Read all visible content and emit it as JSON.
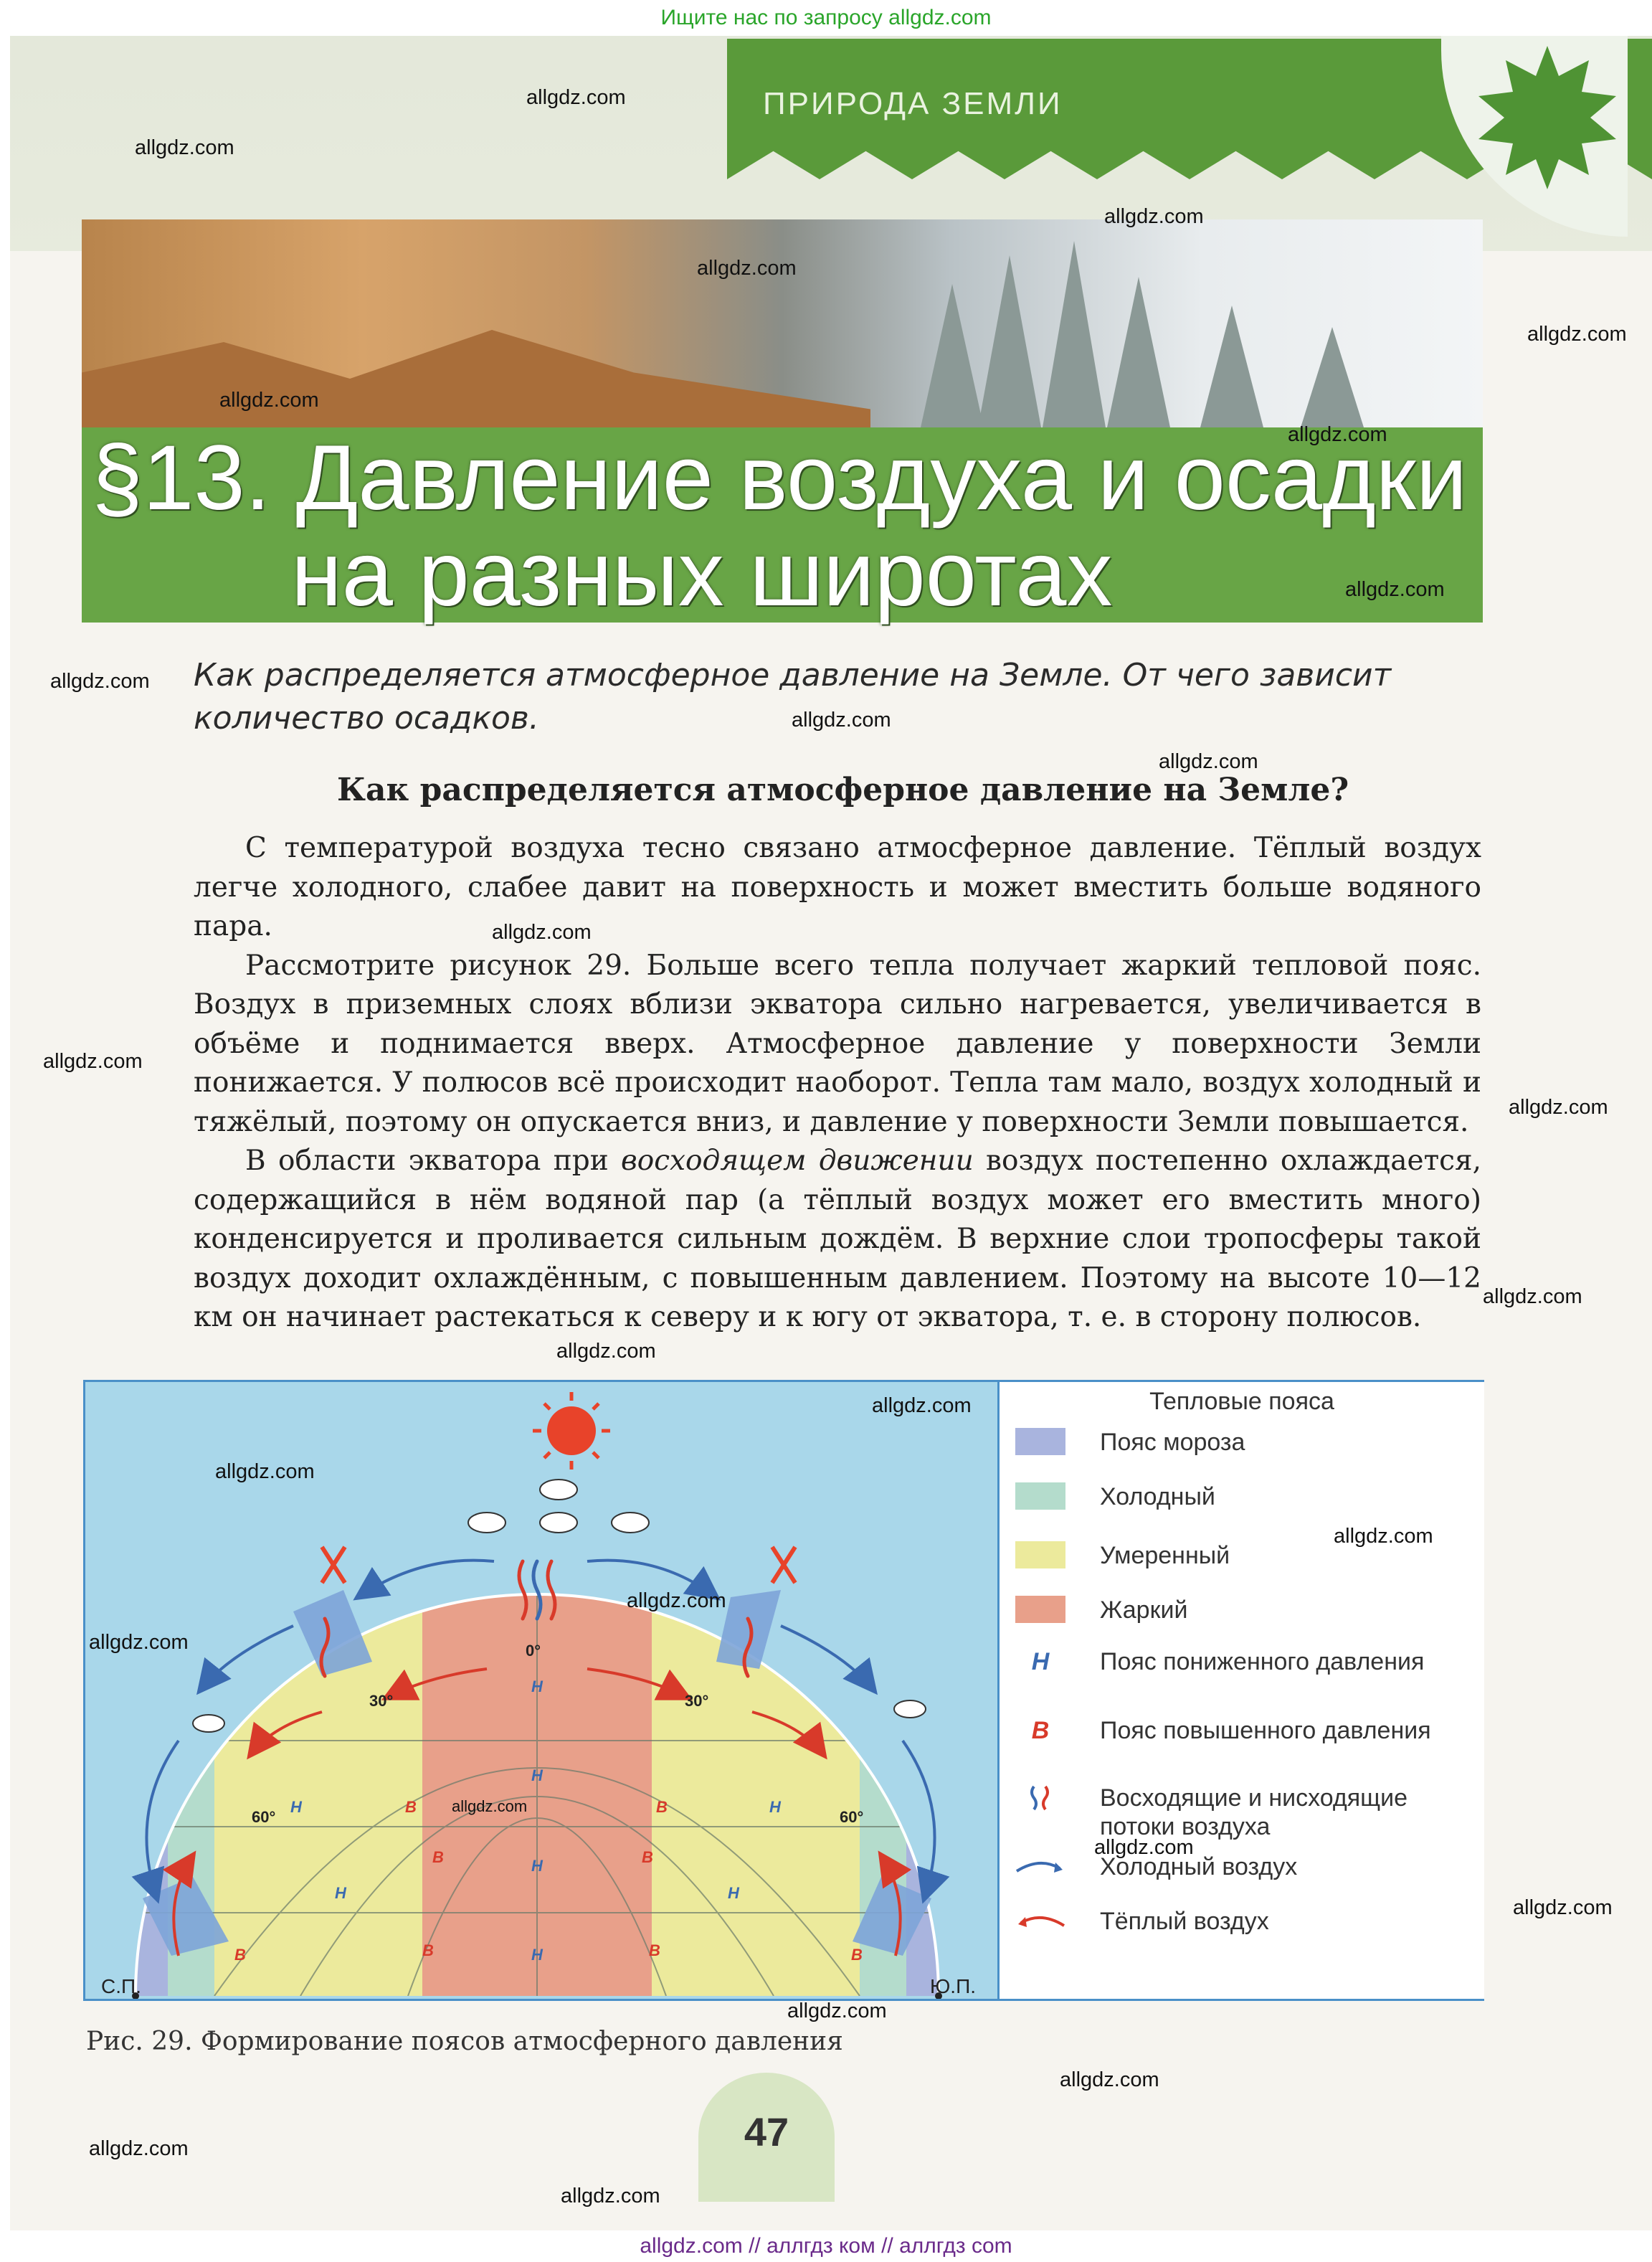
{
  "top_banner": "Ищите нас по запросу allgdz.com",
  "section_label": "ПРИРОДА ЗЕМЛИ",
  "title_line1": "§13. Давление воздуха и осадки",
  "title_line2": "на разных широтах",
  "question": "Как распределяется атмосферное давление на Земле. От чего зависит количество осадков.",
  "subheading": "Как распределяется атмосферное давление на Земле?",
  "paragraphs": [
    "С температурой воздуха тесно связано атмосферное давление. Тёплый воздух легче холодного, слабее давит на поверхность и может вместить больше водяного пара.",
    "Рассмотрите рисунок 29. Больше всего тепла получает жаркий тепловой пояс. Воздух в приземных слоях вблизи экватора сильно нагревается, увеличивается в объёме и поднимается вверх. Атмосферное давление у поверхности Земли понижается. У полюсов всё происходит наоборот. Тепла там мало, воздух холодный и тяжёлый, поэтому он опускается вниз, и давление у поверхности Земли повышается.",
    "В области экватора при восходящем движении воздух постепенно охлаждается, содержащийся в нём водяной пар (а тёплый воздух может его вместить много) конденсируется и проливается сильным дождём. В верхние слои тропосферы такой воздух доходит охлаждённым, с повышенным давлением. Поэтому на высоте 10—12 км он начинает растекаться к северу и к югу от экватора, т. е. в сторону полюсов."
  ],
  "p3_start": "В области экватора при ",
  "p3_italic": "восходящем движении",
  "figure": {
    "legend_title": "Тепловые пояса",
    "legend_items": [
      {
        "label": "Пояс мороза",
        "color": "#a9b4de"
      },
      {
        "label": "Холодный",
        "color": "#b4dccc"
      },
      {
        "label": "Умеренный",
        "color": "#ecea9c"
      },
      {
        "label": "Жаркий",
        "color": "#e8a08a"
      },
      {
        "label": "Пояс пониженного давления",
        "glyph": "Н"
      },
      {
        "label": "Пояс повышенного давления",
        "glyph": "В"
      },
      {
        "label": "Восходящие и нисходящие потоки воздуха"
      },
      {
        "label": "Холодный воздух"
      },
      {
        "label": "Тёплый воздух"
      }
    ],
    "label_np": "С.П.",
    "label_sp": "Ю.П.",
    "lat_0": "0°",
    "lat_30": "30°",
    "lat_60": "60°",
    "glyph_low": "Н",
    "glyph_high": "В"
  },
  "caption": "Рис. 29. Формирование поясов атмосферного давления",
  "page_number": "47",
  "bottom_banner": "allgdz.com  //  аллгдз ком  //  аллгдз com",
  "watermark": "allgdz.com"
}
